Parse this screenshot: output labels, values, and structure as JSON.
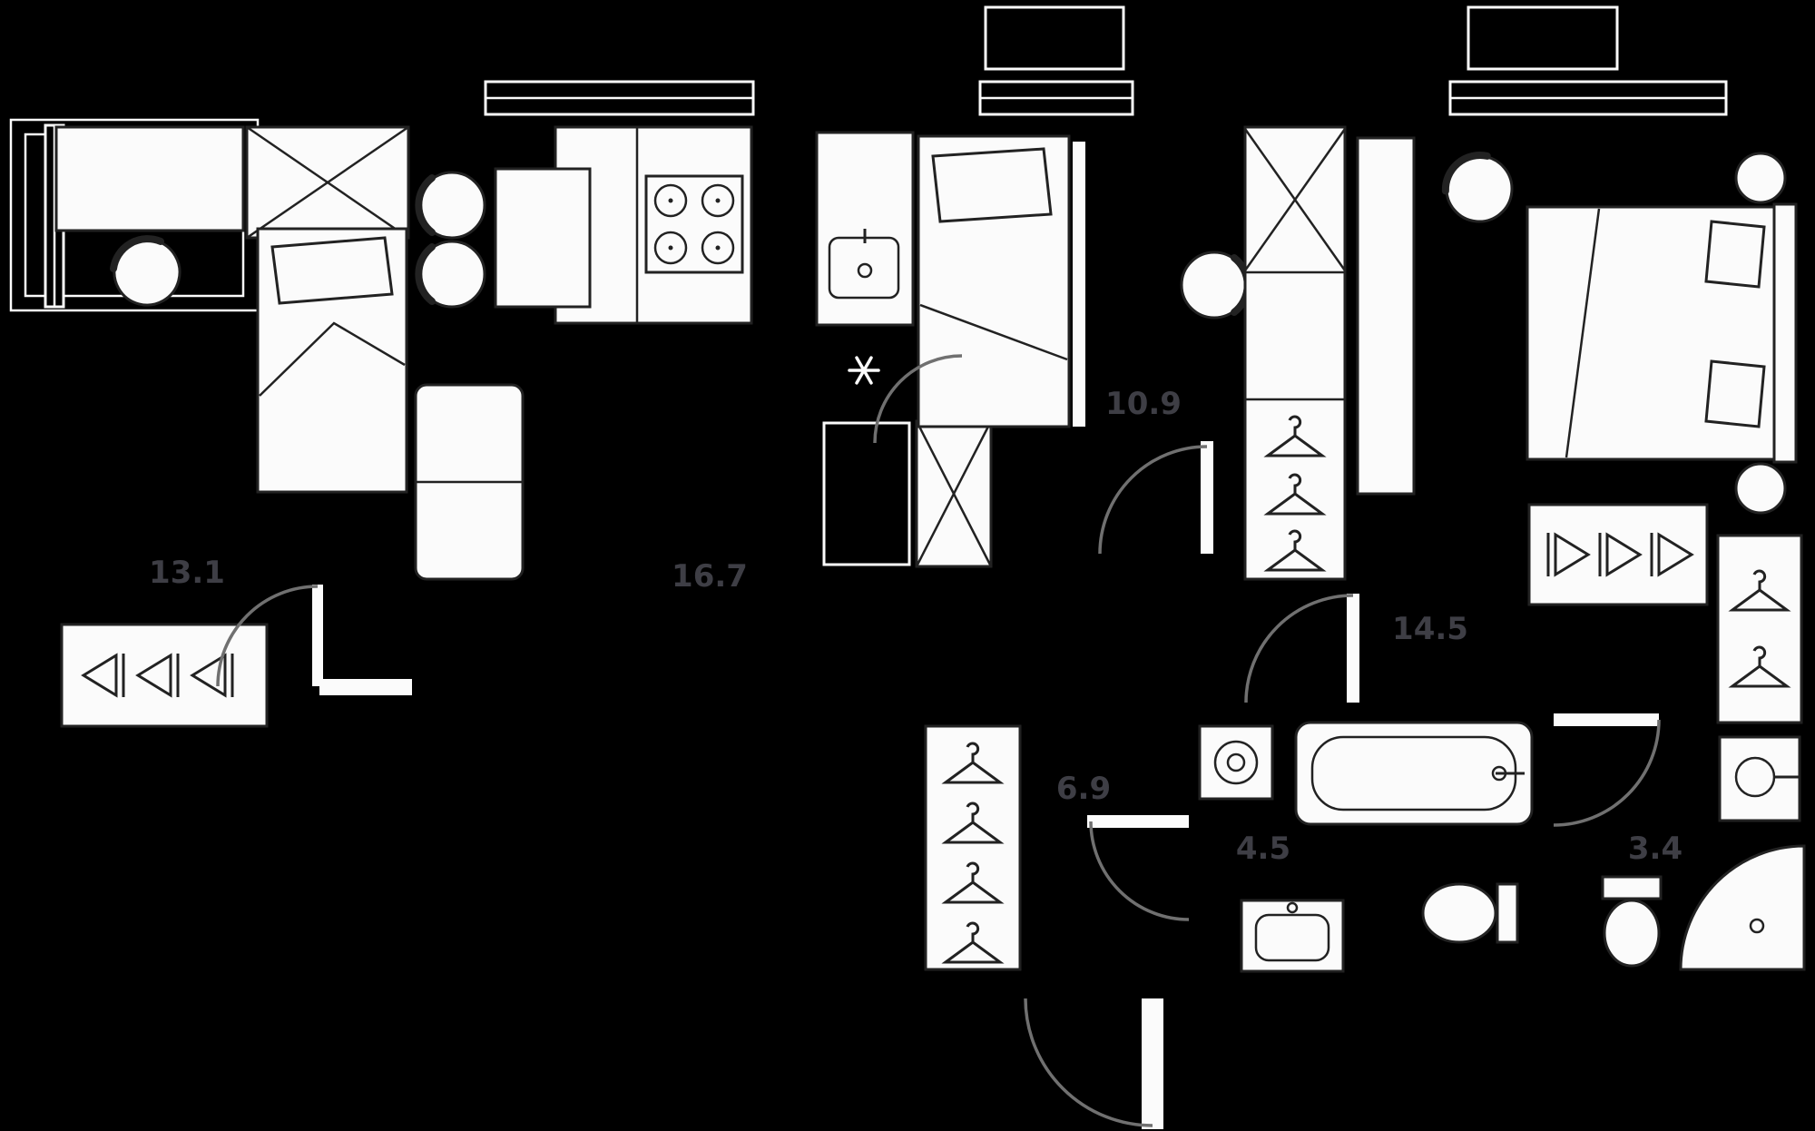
{
  "rooms": [
    {
      "id": "bedroom-left",
      "area_label": "13.1"
    },
    {
      "id": "kitchen-living",
      "area_label": "16.7"
    },
    {
      "id": "bedroom-middle",
      "area_label": "10.9"
    },
    {
      "id": "bedroom-master",
      "area_label": "14.5"
    },
    {
      "id": "hallway",
      "area_label": "6.9"
    },
    {
      "id": "bathroom",
      "area_label": "4.5"
    },
    {
      "id": "wc",
      "area_label": "3.4"
    }
  ],
  "colors": {
    "background": "#000000",
    "furniture_fill": "#fbfbfb",
    "furniture_outline": "#222222",
    "door_arc": "#707070",
    "room_label": "#3e3e45"
  },
  "icons": {
    "hanger-icon": "coat hanger (triangle with hook)",
    "hanger-side-icon": "side hanger (triangle + bar)",
    "snowflake-icon": "✳",
    "stove-burner-icon": "○",
    "door-swing-icon": "quarter arc"
  }
}
